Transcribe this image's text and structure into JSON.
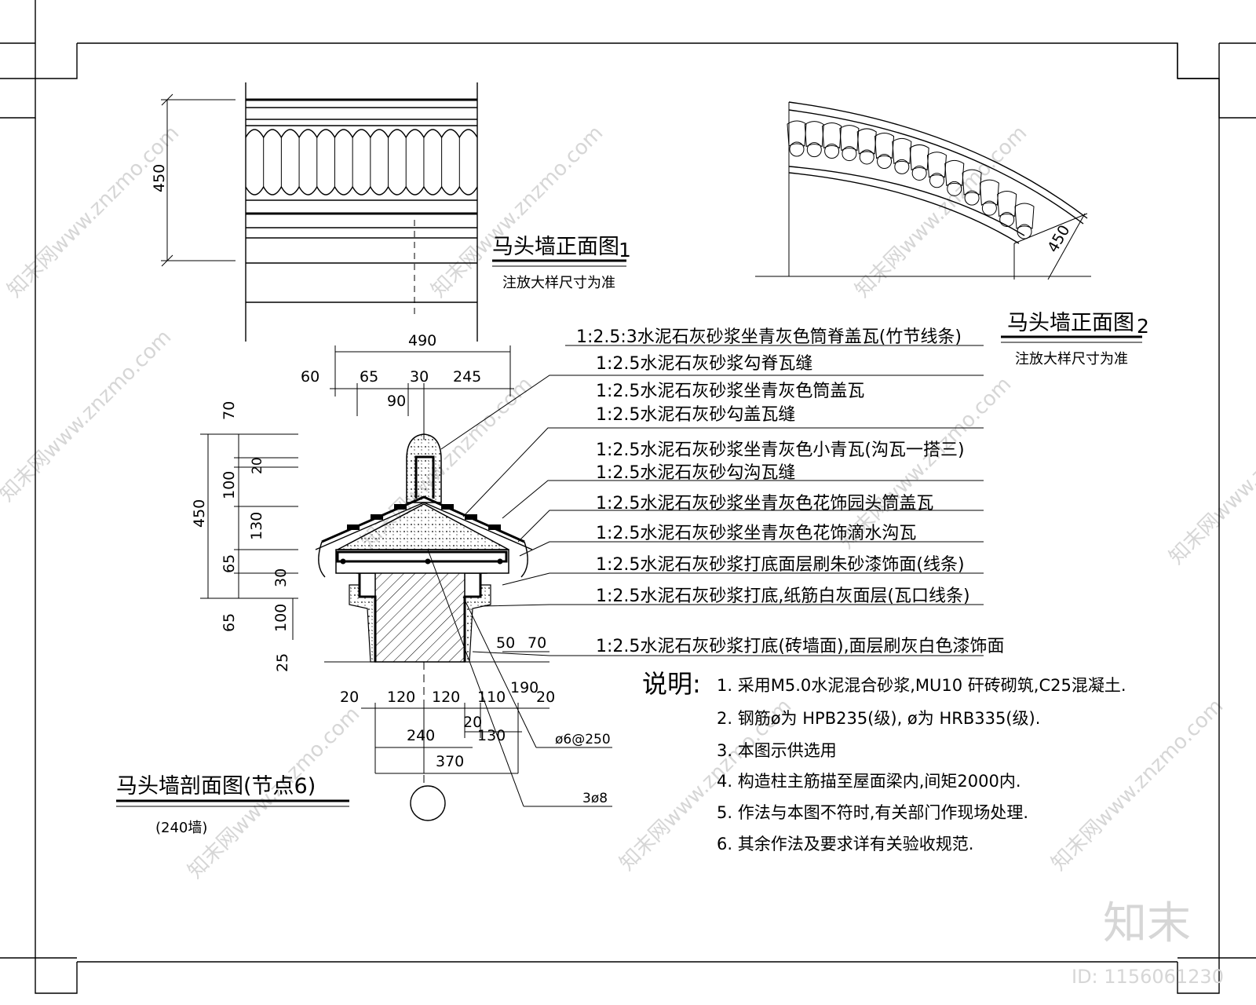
{
  "elevation1": {
    "title": "马头墙正面图",
    "number": "1",
    "note": "注放大样尺寸为准",
    "dim_height": "450"
  },
  "elevation2": {
    "title": "马头墙正面图",
    "number": "2",
    "note": "注放大样尺寸为准",
    "dim_height": "450"
  },
  "section": {
    "title": "马头墙剖面图(节点6)",
    "subtitle": "(240墙)",
    "top_dims": [
      "490",
      "60",
      "65",
      "30",
      "245",
      "90"
    ],
    "left_dims_outer": [
      "450",
      "65",
      "25"
    ],
    "left_dims_inner": [
      "70",
      "20",
      "100",
      "130",
      "65",
      "30",
      "100"
    ],
    "right_dims": [
      "50",
      "70"
    ],
    "bottom_dims_row1": [
      "20",
      "120",
      "120",
      "110",
      "190",
      "20"
    ],
    "bottom_dims_row2": [
      "20",
      "130"
    ],
    "bottom_dims_row3": [
      "240"
    ],
    "bottom_dims_row4": [
      "370"
    ],
    "rebar_stirrup": "ø6@250",
    "rebar_main": "3ø8"
  },
  "callouts": [
    "1:2.5:3水泥石灰砂浆坐青灰色筒脊盖瓦(竹节线条)",
    "1:2.5水泥石灰砂浆勾脊瓦缝",
    "1:2.5水泥石灰砂浆坐青灰色筒盖瓦",
    "1:2.5水泥石灰砂勾盖瓦缝",
    "1:2.5水泥石灰砂浆坐青灰色小青瓦(沟瓦一搭三)",
    "1:2.5水泥石灰砂勾沟瓦缝",
    "1:2.5水泥石灰砂浆坐青灰色花饰园头筒盖瓦",
    "1:2.5水泥石灰砂浆坐青灰色花饰滴水沟瓦",
    "1:2.5水泥石灰砂浆打底面层刷朱砂漆饰面(线条)",
    "1:2.5水泥石灰砂浆打底,纸筋白灰面层(瓦口线条)",
    "1:2.5水泥石灰砂浆打底(砖墙面),面层刷灰白色漆饰面"
  ],
  "notes": {
    "heading": "说明:",
    "items": [
      "1. 采用M5.0水泥混合砂浆,MU10 矸砖砌筑,C25混凝土.",
      "2. 钢筋ø为 HPB235(级), ø为 HRB335(级).",
      "3. 本图示供选用",
      "4. 构造柱主筋描至屋面梁内,间矩2000内.",
      "5. 作法与本图不符时,有关部门作现场处理.",
      "6. 其余作法及要求详有关验收规范."
    ]
  },
  "watermark": {
    "site": "知末网www.znzmo.com",
    "brand": "知末",
    "id": "ID: 1156061230"
  }
}
